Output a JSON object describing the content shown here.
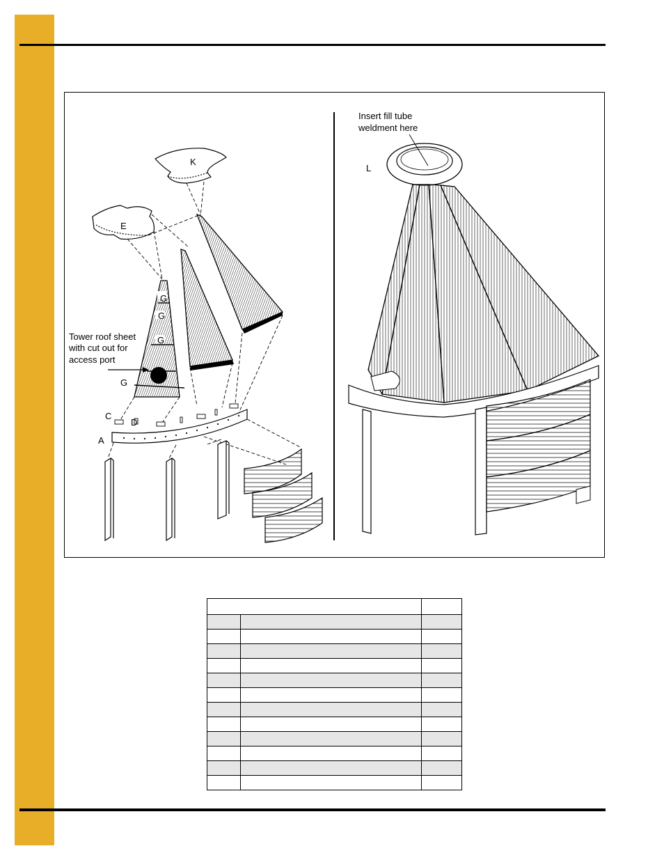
{
  "figure": {
    "left_view": {
      "labels": [
        "K",
        "E",
        "G",
        "G",
        "G",
        "G",
        "C",
        "D",
        "A"
      ],
      "callout": [
        "Tower roof sheet",
        "with cut out for",
        "access port"
      ]
    },
    "right_view": {
      "label": "L",
      "callout": [
        "Insert fill tube",
        "weldment here"
      ]
    }
  },
  "parts_table": {
    "header": {
      "col1": "",
      "col2": ""
    },
    "rows": [
      {
        "ref": "",
        "description": "",
        "qty": ""
      },
      {
        "ref": "",
        "description": "",
        "qty": ""
      },
      {
        "ref": "",
        "description": "",
        "qty": ""
      },
      {
        "ref": "",
        "description": "",
        "qty": ""
      },
      {
        "ref": "",
        "description": "",
        "qty": ""
      },
      {
        "ref": "",
        "description": "",
        "qty": ""
      },
      {
        "ref": "",
        "description": "",
        "qty": ""
      },
      {
        "ref": "",
        "description": "",
        "qty": ""
      },
      {
        "ref": "",
        "description": "",
        "qty": ""
      },
      {
        "ref": "",
        "description": "",
        "qty": ""
      },
      {
        "ref": "",
        "description": "",
        "qty": ""
      },
      {
        "ref": "",
        "description": "",
        "qty": ""
      }
    ]
  },
  "colors": {
    "sidebar": "#E8AE28",
    "row_shade": "#e6e6e6"
  }
}
